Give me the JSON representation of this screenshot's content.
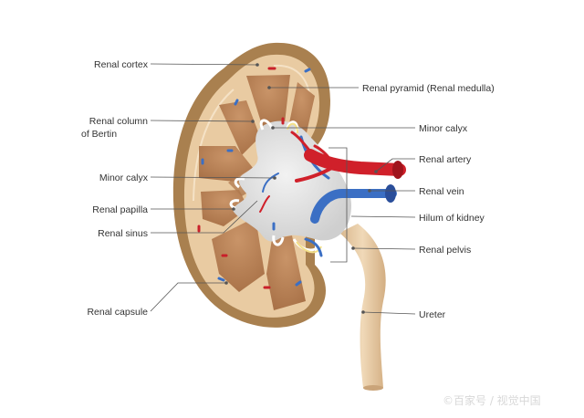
{
  "title": "Kidney anatomy",
  "labels": {
    "renal_cortex": "Renal cortex",
    "renal_column_1": "Renal column",
    "renal_column_2": "of Bertin",
    "minor_calyx_left": "Minor calyx",
    "renal_papilla": "Renal papilla",
    "renal_sinus": "Renal sinus",
    "renal_capsule": "Renal capsule",
    "renal_pyramid": "Renal pyramid (Renal medulla)",
    "minor_calyx_right": "Minor calyx",
    "renal_artery": "Renal artery",
    "renal_vein": "Renal vein",
    "hilum": "Hilum of kidney",
    "renal_pelvis": "Renal pelvis",
    "ureter": "Ureter"
  },
  "watermark": "©百家号 / 视觉中国",
  "colors": {
    "capsule": "#a9804f",
    "cortex": "#e9cba2",
    "pyramid": "#b7835a",
    "sinus": "#dedede",
    "artery": "#d0202a",
    "vein": "#3b6fc4",
    "ureter": "#e6cba6"
  }
}
